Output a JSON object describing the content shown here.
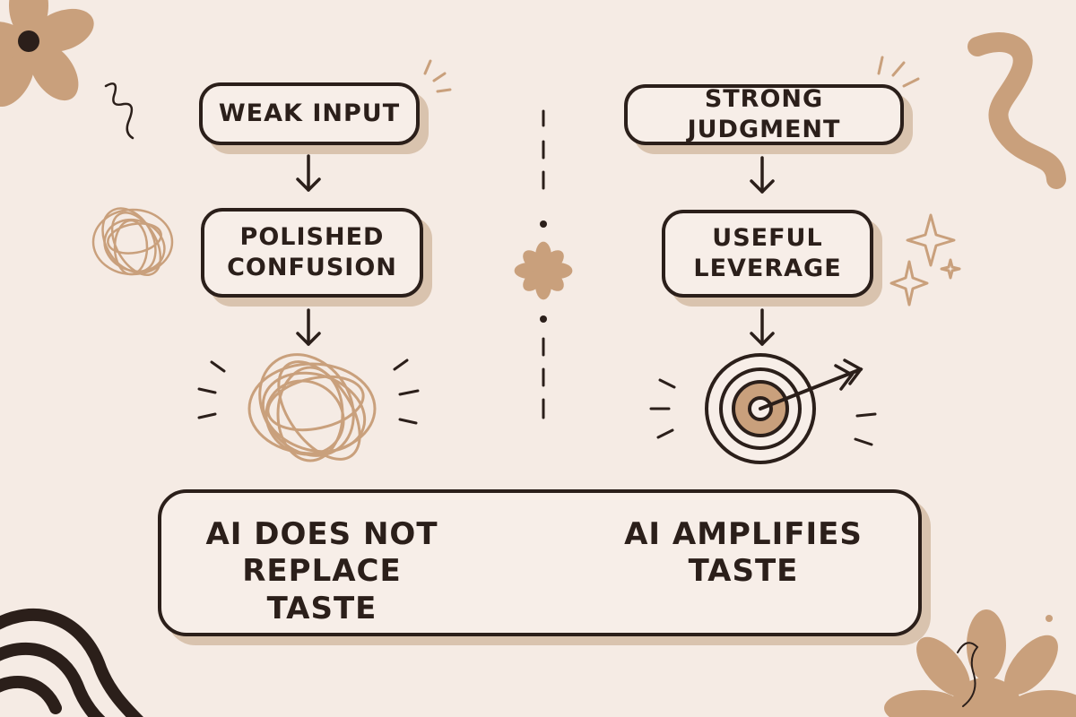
{
  "colors": {
    "background": "#f5ebe4",
    "ink": "#2b1f1a",
    "accent": "#c9a07c",
    "shadow": "#d9c3ae"
  },
  "left_flow": {
    "top_box": {
      "label": "WEAK INPUT"
    },
    "middle_box": {
      "line1": "POLISHED",
      "line2": "CONFUSION"
    },
    "outcome_icon": "tangled-scribble-icon"
  },
  "right_flow": {
    "top_box": {
      "label": "STRONG JUDGMENT"
    },
    "middle_box": {
      "line1": "USEFUL",
      "line2": "LEVERAGE"
    },
    "outcome_icon": "bullseye-target-icon"
  },
  "conclusion": {
    "left_message": {
      "line1": "AI DOES NOT",
      "line2": "REPLACE TASTE"
    },
    "right_message": {
      "line1": "AI AMPLIFIES",
      "line2": "TASTE"
    },
    "center_icon": "flower-icon"
  }
}
